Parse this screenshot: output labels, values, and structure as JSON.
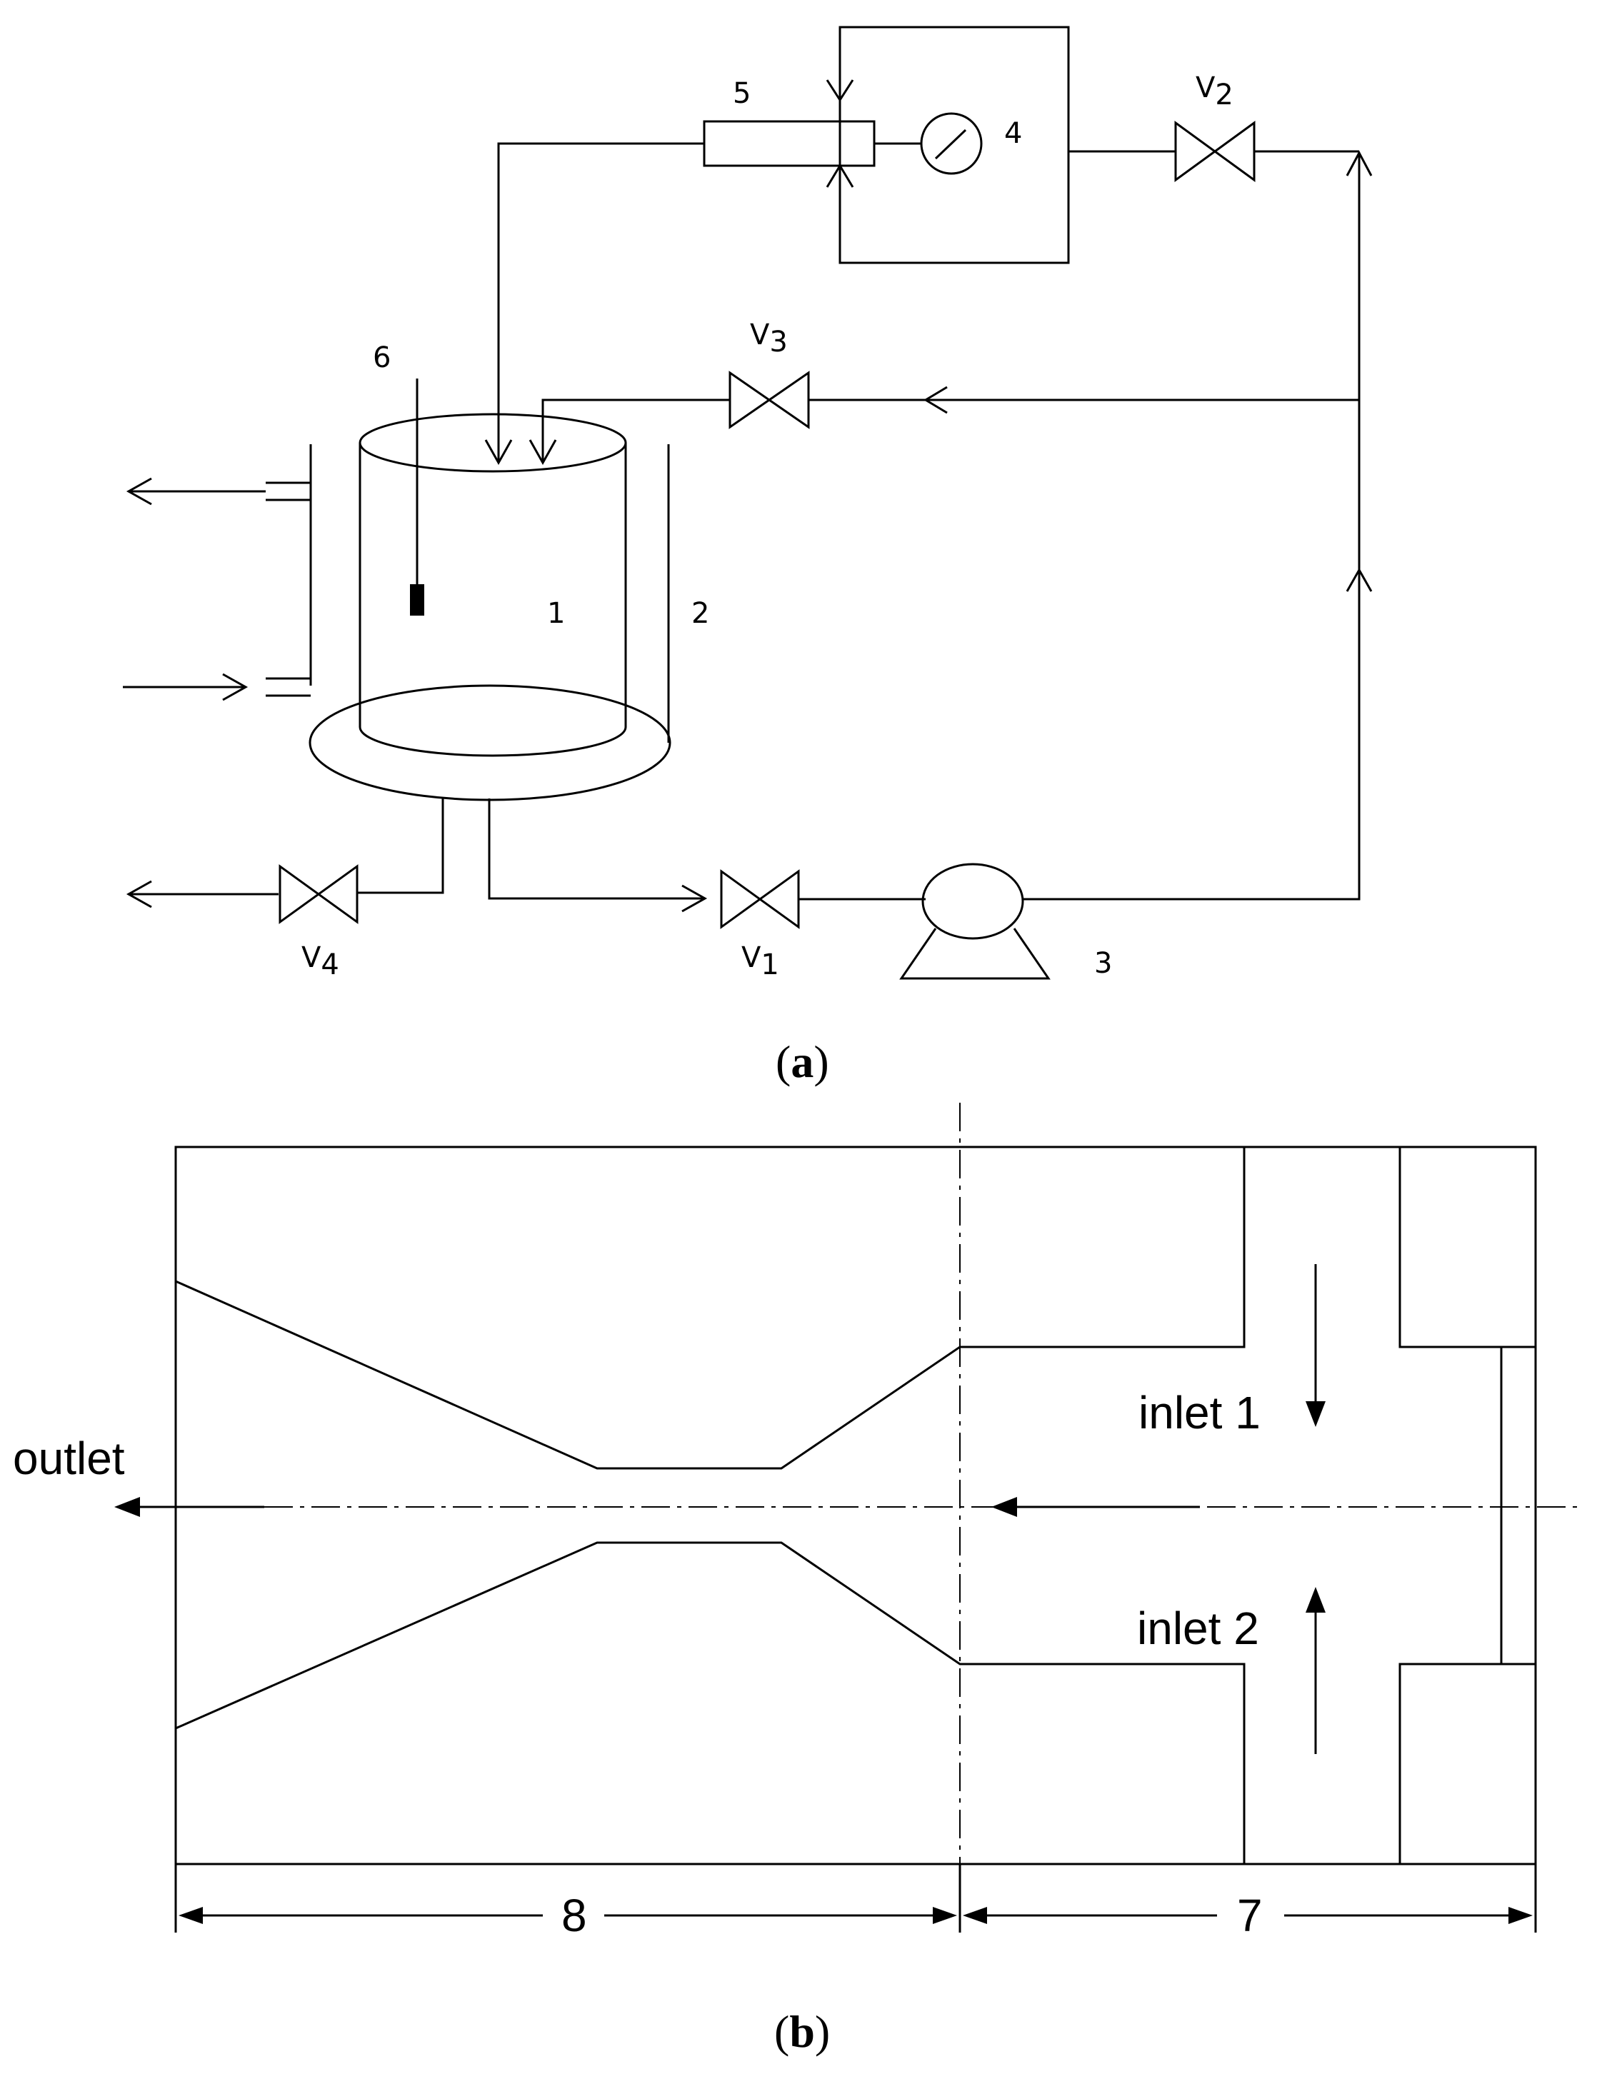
{
  "panel_a": {
    "caption_open": "(",
    "caption_letter": "a",
    "caption_close": ")",
    "labels": {
      "vessel": "1",
      "jacket": "2",
      "pump": "3",
      "gauge": "4",
      "flowmeter": "5",
      "probe": "6",
      "v1": "V",
      "v1_sub": "1",
      "v2": "V",
      "v2_sub": "2",
      "v3": "V",
      "v3_sub": "3",
      "v4": "V",
      "v4_sub": "4"
    }
  },
  "panel_b": {
    "caption_open": "(",
    "caption_letter": "b",
    "caption_close": ")",
    "outlet": "outlet",
    "inlet1": "inlet 1",
    "inlet2": "inlet 2",
    "dim_left": "8",
    "dim_right": "7"
  }
}
